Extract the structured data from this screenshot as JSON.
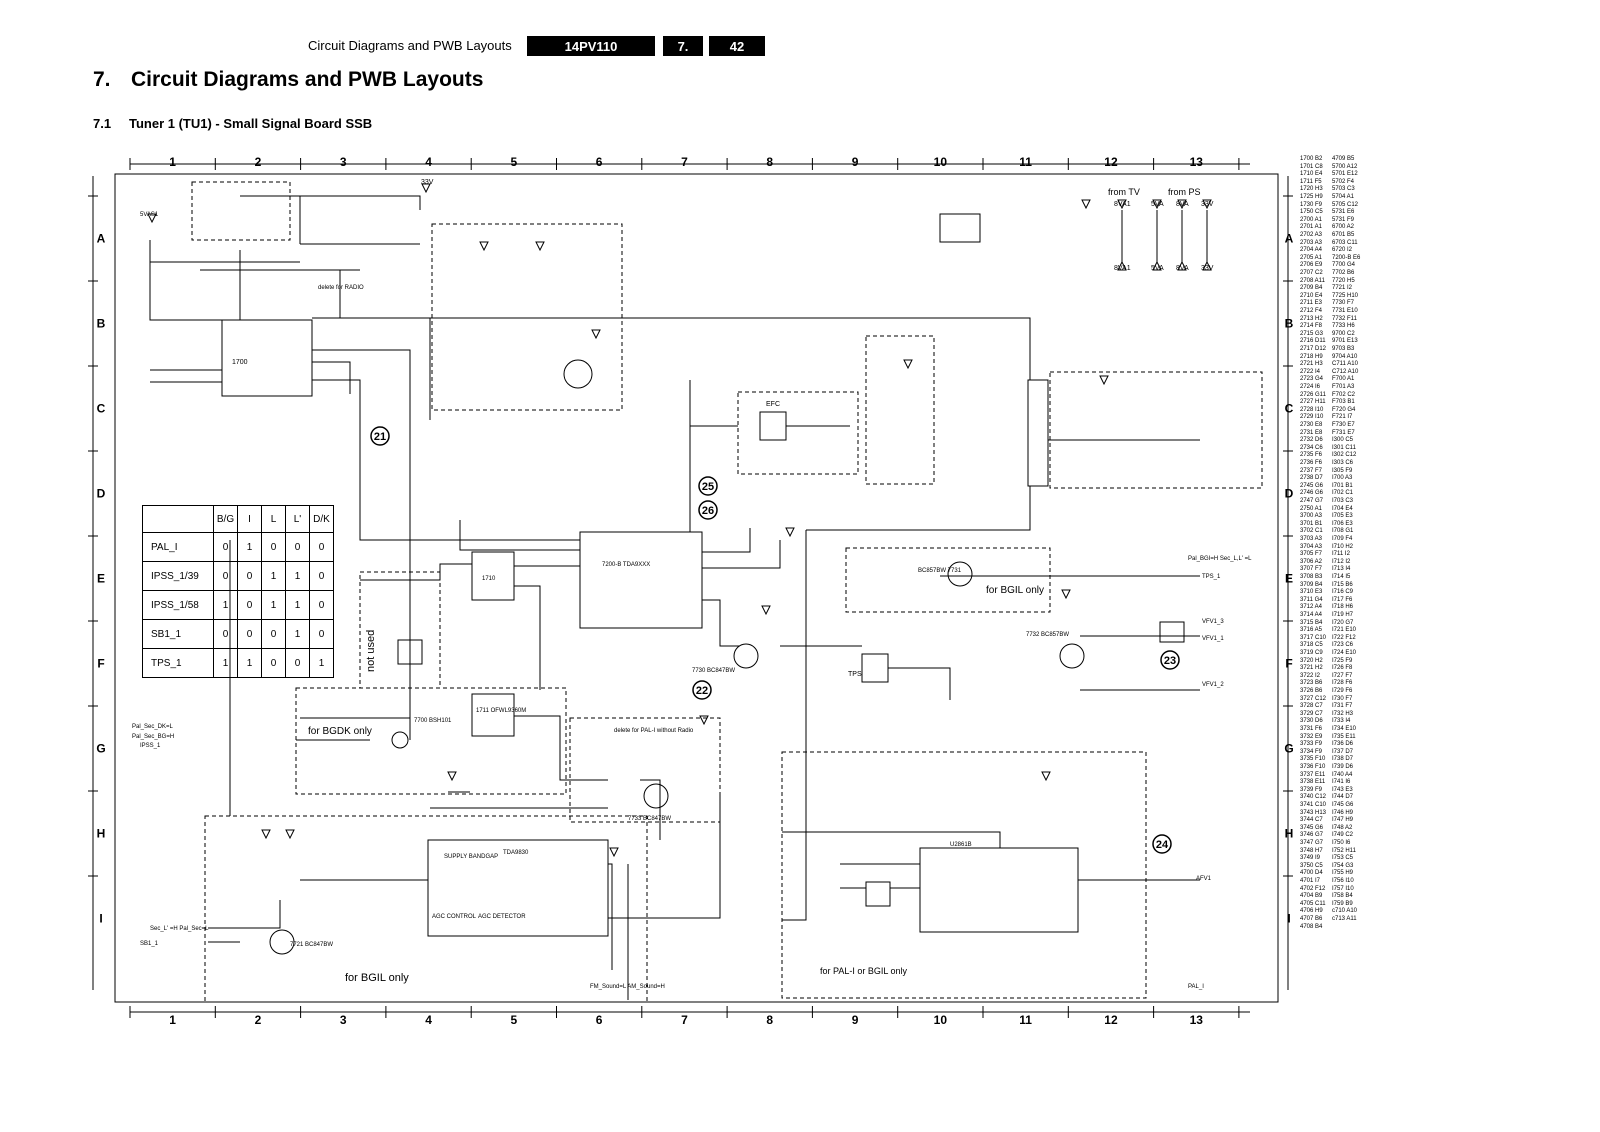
{
  "header": {
    "running_title": "Circuit Diagrams and PWB Layouts",
    "model": "14PV110",
    "chapter_no": "7.",
    "page_no": "42"
  },
  "chapter": {
    "number": "7.",
    "title": "Circuit Diagrams and PWB Layouts"
  },
  "section": {
    "number": "7.1",
    "title": "Tuner 1 (TU1) - Small Signal Board SSB"
  },
  "grid": {
    "columns": [
      "1",
      "2",
      "3",
      "4",
      "5",
      "6",
      "7",
      "8",
      "9",
      "10",
      "11",
      "12",
      "13"
    ],
    "rows": [
      "A",
      "B",
      "C",
      "D",
      "E",
      "F",
      "G",
      "H",
      "I"
    ]
  },
  "truth_table": {
    "headers": [
      "",
      "B/G",
      "I",
      "L",
      "L'",
      "D/K"
    ],
    "rows": [
      {
        "name": "PAL_I",
        "values": [
          "0",
          "1",
          "0",
          "0",
          "0"
        ]
      },
      {
        "name": "IPSS_1/39",
        "values": [
          "0",
          "0",
          "1",
          "1",
          "0"
        ]
      },
      {
        "name": "IPSS_1/58",
        "values": [
          "1",
          "0",
          "1",
          "1",
          "0"
        ]
      },
      {
        "name": "SB1_1",
        "values": [
          "0",
          "0",
          "0",
          "1",
          "0"
        ]
      },
      {
        "name": "TPS_1",
        "values": [
          "1",
          "1",
          "0",
          "0",
          "1"
        ]
      }
    ]
  },
  "markers": [
    "21",
    "22",
    "23",
    "24",
    "25",
    "26"
  ],
  "components": {
    "tuner": "1700",
    "tda": "7200-B\nTDA9XXX",
    "tda9830": "TDA9830",
    "u2861b": "U2861B",
    "ic1710": "1710",
    "ic1711": "1711\nOFWL9360M",
    "bc847_7730": "7730\nBC847BW",
    "bc847_7733": "7733\nBC847BW",
    "bc847_7721": "7721\nBC847BW",
    "bc857_7731": "BC857BW\n7731",
    "bc857_7732": "7732\nBC857BW",
    "bsh101": "7700\nBSH101"
  },
  "labels": {
    "from_tv": "from TV",
    "from_ps": "from PS",
    "for_bgdk_only": "for BGDK only",
    "for_bgil_only_1": "for BGIL only",
    "for_bgil_only_2": "for BGIL only",
    "for_pal_i_or_bgil": "for PAL-I or BGIL only",
    "not_used": "not used",
    "delete_radio": "delete for RADIO",
    "delete_pal_i": "delete for PAL-I without Radio",
    "supply_bandgap": "SUPPLY\nBANDGAP",
    "agc_control": "AGC\nCONTROL",
    "agc_detector": "AGC\nDETECTOR",
    "efc": "EFC",
    "tps": "TPS",
    "pal_sec_dk": "Pal_Sec_DK=L",
    "pal_sec_bg": "Pal_Sec_BG=H",
    "ipss": "IPSS_1",
    "sec_l": "Sec_L' =H\nPal_Sec=L",
    "sb1": "SB1_1",
    "fm_sound": "FM_Sound=L\nAM_Sound=H",
    "pal_bgi": "Pal_BGI=H\nSec_L,L' =L",
    "tps_1": "TPS_1",
    "vfv1_3": "VFV1_3",
    "vfv1_1": "VFV1_1",
    "vfv1_2": "VFV1_2",
    "afv1": "AFV1",
    "pal_i_out": "PAL_I",
    "sas": "5VAS1",
    "supply_8va1": "8VA1",
    "supply_5va": "5VA",
    "supply_8va": "8VA",
    "supply_33v": "33V"
  },
  "index_entries": [
    "1700 B2",
    "1701 C8",
    "1710 E4",
    "1711 F5",
    "1720 H3",
    "1725 H9",
    "1730 F9",
    "1750 C5",
    "2700 A1",
    "2701 A1",
    "2702 A3",
    "2703 A3",
    "2704 A4",
    "2705 A1",
    "2706 E9",
    "2707 C2",
    "2708 A11",
    "2709 B4",
    "2710 E4",
    "2711 E3",
    "2712 F4",
    "2713 H2",
    "2714 F8",
    "2715 G3",
    "2716 D11",
    "2717 D12",
    "2718 H9",
    "2721 H3",
    "2722 I4",
    "2723 G4",
    "2724 I6",
    "2726 G11",
    "2727 H11",
    "2728 I10",
    "2729 I10",
    "2730 E8",
    "2731 E8",
    "2732 D6",
    "2734 C6",
    "2735 F6",
    "2736 F6",
    "2737 F7",
    "2738 D7",
    "2745 G6",
    "2746 G6",
    "2747 G7",
    "2750 A1",
    "3700 A3",
    "3701 B1",
    "3702 C1",
    "3703 A3",
    "3704 A3",
    "3705 F7",
    "3706 A2",
    "3707 F7",
    "3708 B3",
    "3709 B4",
    "3710 E3",
    "3711 G4",
    "3712 A4",
    "3714 A4",
    "3715 B4",
    "3716 A5",
    "3717 C10",
    "3718 C5",
    "3719 C9",
    "3720 H2",
    "3721 H2",
    "3722 I2",
    "3723 B6",
    "3726 B6",
    "3727 C12",
    "3728 C7",
    "3729 C7",
    "3730 D6",
    "3731 F6",
    "3732 E9",
    "3733 F9",
    "3734 F9",
    "3735 F10",
    "3736 F10",
    "3737 E11",
    "3738 E11",
    "3739 F9",
    "3740 C12",
    "3741 C10",
    "3743 H13",
    "3744 C7",
    "3745 G6",
    "3746 G7",
    "3747 G7",
    "3748 H7",
    "3749 I9",
    "3750 C5",
    "4700 D4",
    "4701 I7",
    "4702 F12",
    "4704 B9",
    "4705 C11",
    "4706 H9",
    "4707 B6",
    "4708 B4",
    "4709 B5",
    "5700 A12",
    "5701 E12",
    "5702 F4",
    "5703 C3",
    "5704 A1",
    "5705 C12",
    "5731 E6",
    "5731 F9",
    "6700 A2",
    "6701 B5",
    "6703 C11",
    "6720 I2",
    "7200-B E6",
    "7700 G4",
    "7702 B6",
    "7720 H5",
    "7721 I2",
    "7725 H10",
    "7730 F7",
    "7731 E10",
    "7732 F11",
    "7733 H6",
    "9700 C2",
    "9701 E13",
    "9703 B3",
    "9704 A10",
    "C711 A10",
    "C712 A10",
    "F700 A1",
    "F701 A3",
    "F702 C2",
    "F703 B1",
    "F720 G4",
    "F721 I7",
    "F730 E7",
    "F731 E7",
    "I300 C5",
    "I301 C11",
    "I302 C12",
    "I303 C6",
    "I305 F9",
    "I700 A3",
    "I701 B1",
    "I702 C1",
    "I703 C3",
    "I704 E4",
    "I705 E3",
    "I706 E3",
    "I708 G1",
    "I709 F4",
    "I710 H2",
    "I711 I2",
    "I712 I2",
    "I713 I4",
    "I714 I5",
    "I715 B6",
    "I716 C9",
    "I717 F6",
    "I718 H6",
    "I719 H7",
    "I720 G7",
    "I721 E10",
    "I722 F12",
    "I723 C6",
    "I724 E10",
    "I725 F9",
    "I726 F8",
    "I727 F7",
    "I728 F6",
    "I729 F6",
    "I730 F7",
    "I731 F7",
    "I732 H3",
    "I733 I4",
    "I734 E10",
    "I735 E11",
    "I736 D6",
    "I737 D7",
    "I738 D7",
    "I739 D6",
    "I740 A4",
    "I741 I6",
    "I743 E3",
    "I744 D7",
    "I745 G6",
    "I746 H9",
    "I747 H9",
    "I748 A2",
    "I749 C2",
    "I750 I6",
    "I752 H11",
    "I753 C5",
    "I754 G3",
    "I755 H9",
    "I756 I10",
    "I757 I10",
    "I758 B4",
    "I759 B9",
    "c710 A10",
    "c713 A11"
  ]
}
